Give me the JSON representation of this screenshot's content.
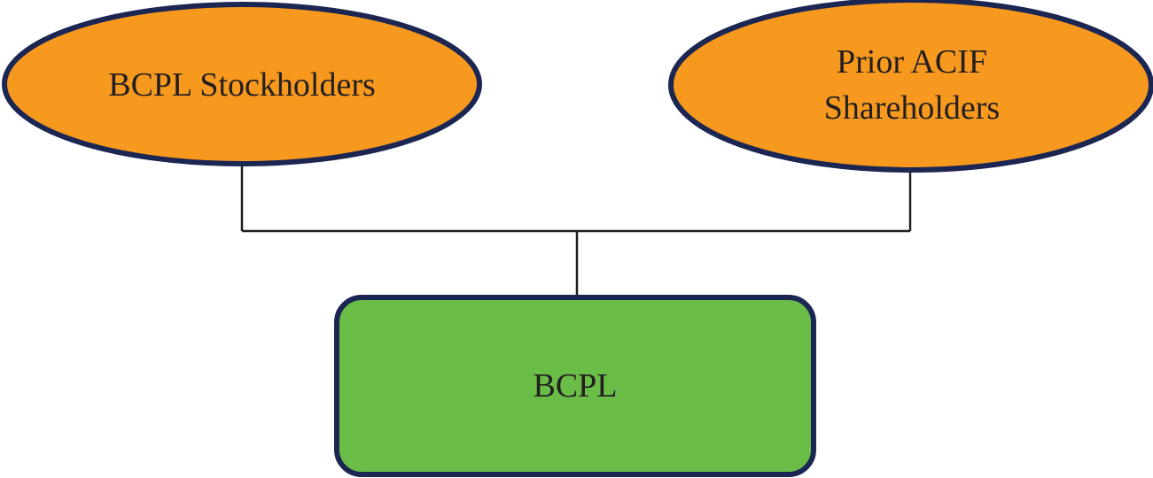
{
  "nodes": {
    "bcpl_stockholders": {
      "label": "BCPL Stockholders"
    },
    "prior_acif_shareholders": {
      "label": "Prior ACIF\nShareholders"
    },
    "bcpl": {
      "label": "BCPL"
    }
  },
  "colors": {
    "shareholder_fill": "#f7991e",
    "entity_fill": "#6abd46",
    "outline": "#1b2653",
    "connector": "#231f20",
    "text": "#231f20"
  }
}
